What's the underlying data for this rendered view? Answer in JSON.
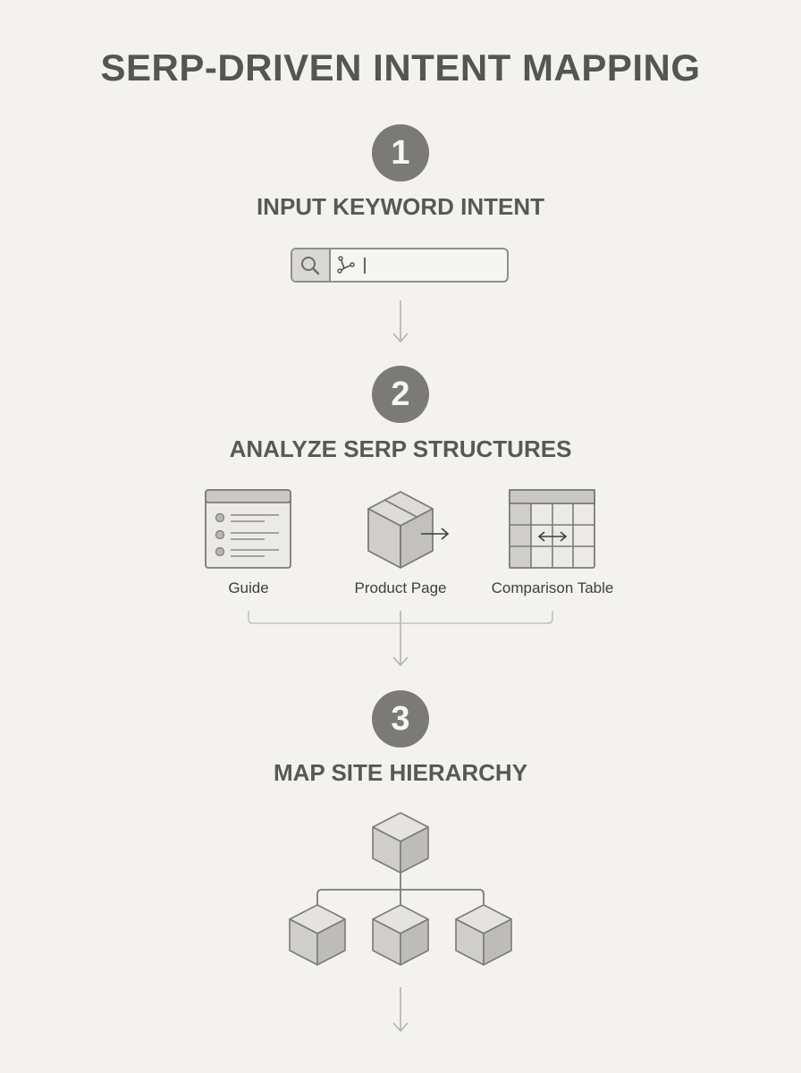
{
  "title": "SERP-DRIVEN INTENT MAPPING",
  "steps": [
    {
      "number": "1",
      "title": "INPUT KEYWORD INTENT"
    },
    {
      "number": "2",
      "title": "ANALYZE SERP STRUCTURES"
    },
    {
      "number": "3",
      "title": "MAP SITE HIERARCHY"
    }
  ],
  "serp_types": [
    {
      "label": "Guide",
      "icon": "guide-document-icon"
    },
    {
      "label": "Product Page",
      "icon": "product-box-icon"
    },
    {
      "label": "Comparison Table",
      "icon": "comparison-table-icon"
    }
  ],
  "search": {
    "icon": "search-icon",
    "field_icon": "nodes-branch-icon"
  },
  "colors": {
    "background": "#f3f2ee",
    "badge": "#7b7a76",
    "line": "#b5b4b0",
    "icon_fill": "#d6d5d1",
    "icon_stroke": "#7c7b78"
  }
}
